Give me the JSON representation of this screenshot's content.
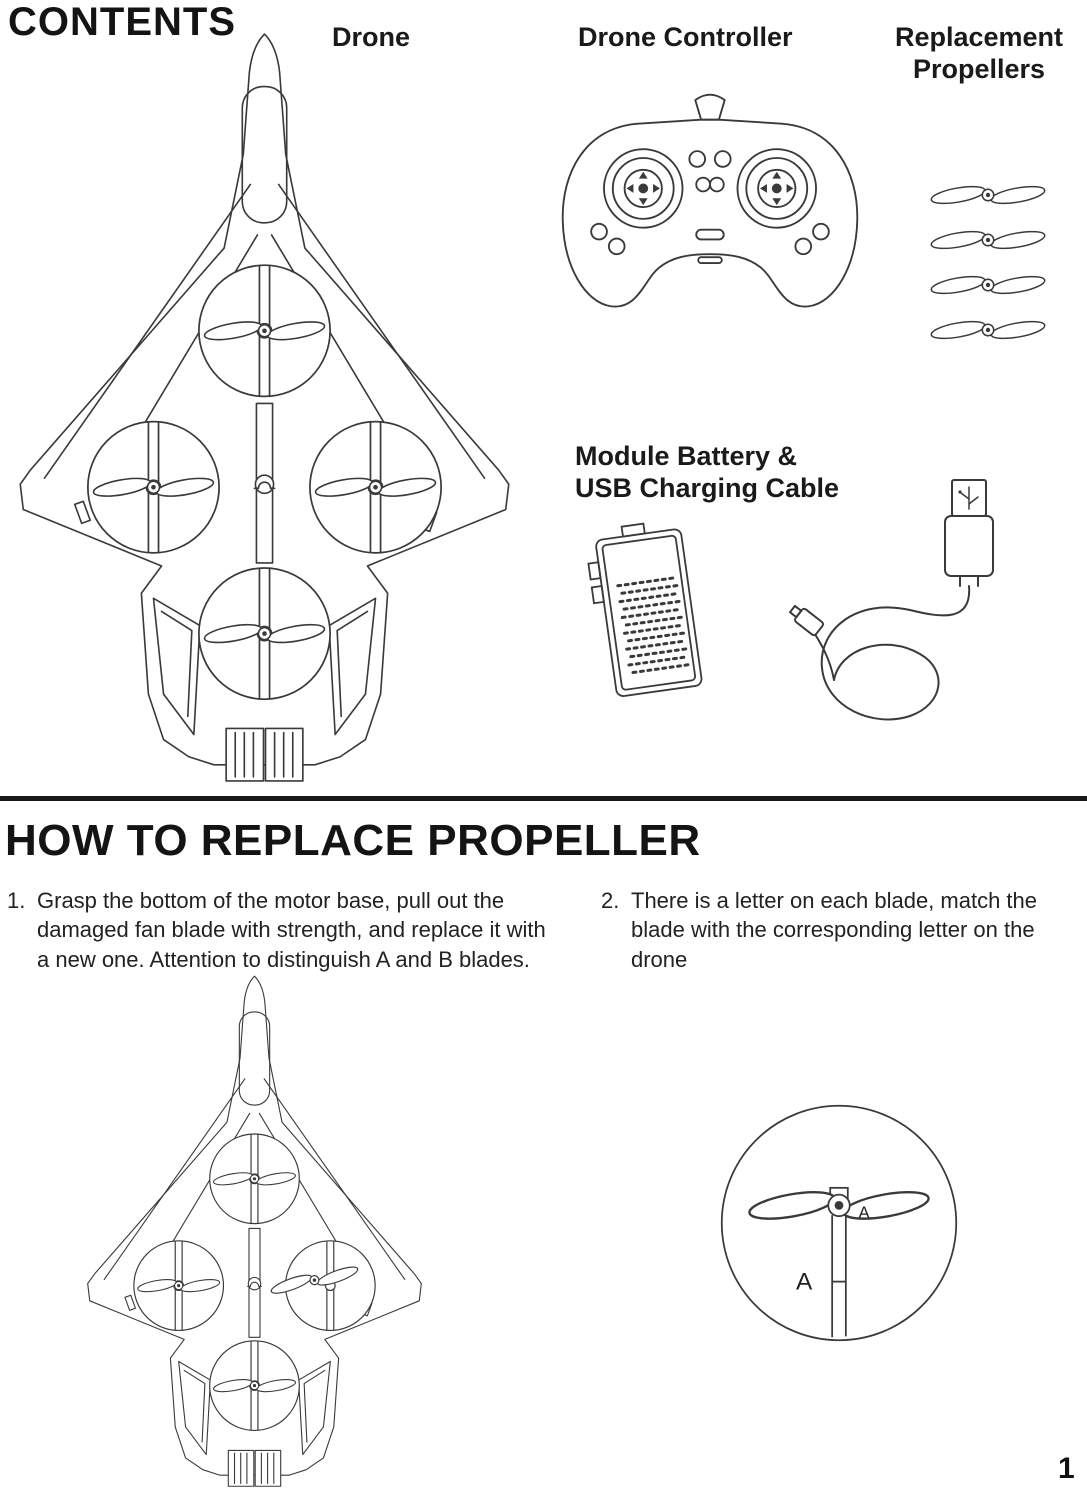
{
  "page": {
    "contents_title": "CONTENTS",
    "page_number": "1"
  },
  "contents": {
    "drone_label": "Drone",
    "controller_label": "Drone Controller",
    "propellers_label": [
      "Replacement",
      "Propellers"
    ],
    "battery_label": [
      "Module Battery &",
      "USB Charging Cable"
    ]
  },
  "how_to": {
    "title": "HOW TO REPLACE PROPELLER",
    "steps": [
      {
        "number": "1.",
        "text": "Grasp the bottom of the motor base, pull out the damaged fan blade with strength, and replace it with a new one. Attention to distinguish A and B blades."
      },
      {
        "number": "2.",
        "text": "There is a letter on each blade, match the blade with the corresponding letter on the drone"
      }
    ],
    "detail": {
      "hub_letter": "A",
      "blade_letter": "A"
    }
  },
  "colors": {
    "line_art": "#3a3a3a",
    "text": "#1c1c1c",
    "divider": "#191919"
  }
}
